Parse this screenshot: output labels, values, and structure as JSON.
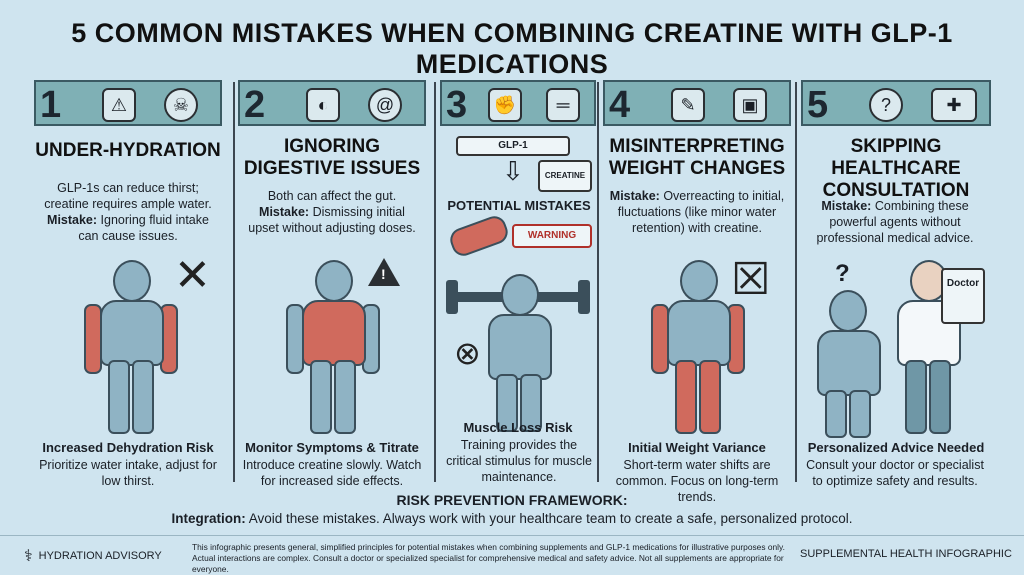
{
  "title": "5 COMMON MISTAKES WHEN COMBINING CREATINE WITH GLP-1 MEDICATIONS",
  "columns": [
    {
      "number": "1",
      "icons": [
        "water-bottle-icon",
        "skull-icon"
      ],
      "title": "UNDER-HYDRATION",
      "body": "GLP-1s can reduce thirst; creatine requires ample water.",
      "mistake_label": "Mistake:",
      "mistake_text": "Ignoring fluid intake can cause issues.",
      "footer_heading": "Increased Dehydration Risk",
      "footer_body": "Prioritize water intake, adjust for low thirst."
    },
    {
      "number": "2",
      "icons": [
        "stomach-icon",
        "swirl-icon"
      ],
      "title": "IGNORING DIGESTIVE ISSUES",
      "body": "Both can affect the gut.",
      "mistake_label": "Mistake:",
      "mistake_text": "Dismissing initial upset without adjusting doses.",
      "footer_heading": "Monitor Symptoms & Titrate",
      "footer_body": "Introduce creatine slowly. Watch for increased side effects."
    },
    {
      "number": "3",
      "icons": [
        "muscle-icon",
        "dumbbell-icon"
      ],
      "pen_label": "GLP-1",
      "jar_label": "CREATINE",
      "banner": "POTENTIAL MISTAKES",
      "warning": "WARNING",
      "footer_heading": "Muscle Loss Risk",
      "footer_body": "Training provides the critical stimulus for muscle maintenance."
    },
    {
      "number": "4",
      "icons": [
        "syringe-icon",
        "scale-icon"
      ],
      "title": "MISINTERPRETING WEIGHT CHANGES",
      "mistake_label": "Mistake:",
      "mistake_text": "Overreacting to initial, fluctuations (like minor water retention) with creatine.",
      "footer_heading": "Initial Weight Variance",
      "footer_body": "Short-term water shifts are common. Focus on long-term trends."
    },
    {
      "number": "5",
      "icons": [
        "question-icon",
        "nurse-cap-icon"
      ],
      "title": "SKIPPING HEALTHCARE CONSULTATION",
      "mistake_label": "Mistake:",
      "mistake_text": "Combining these powerful agents without professional medical advice.",
      "clipboard_label": "Doctor",
      "footer_heading": "Personalized Advice Needed",
      "footer_body": "Consult your doctor or specialist to optimize safety and results."
    }
  ],
  "framework": {
    "title": "RISK PREVENTION FRAMEWORK:",
    "label": "Integration:",
    "text": "Avoid these mistakes. Always work with your healthcare team to create a safe, personalized protocol."
  },
  "footer": {
    "left": "HYDRATION ADVISORY",
    "disclaimer": "This infographic presents general, simplified principles for potential mistakes when combining supplements and GLP-1 medications for illustrative purposes only. Actual interactions are complex. Consult a doctor or specialized specialist for comprehensive medical and safety advice. Not all supplements are appropriate for everyone.",
    "right": "SUPPLEMENTAL HEALTH INFOGRAPHIC"
  },
  "colors": {
    "background": "#cfe4ef",
    "header_band": "#7fb0b5",
    "muscle_red": "#d06a5d",
    "figure_blue": "#8fb3c4"
  }
}
